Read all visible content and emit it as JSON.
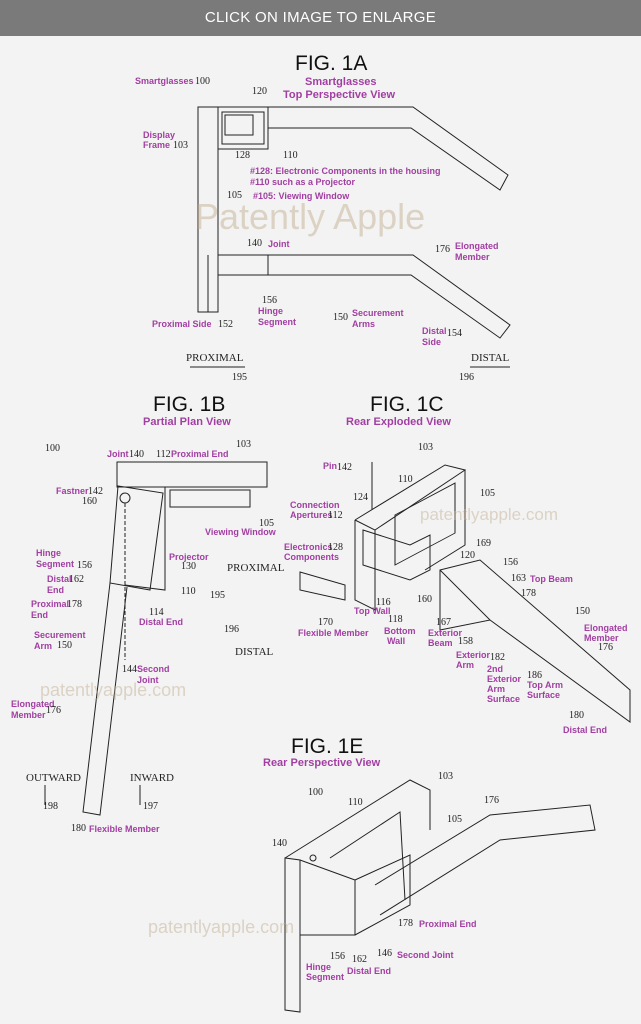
{
  "banner": "CLICK ON IMAGE TO ENLARGE",
  "fig1a": {
    "title": "FIG. 1A",
    "subtitle1": "Smartglasses",
    "subtitle2": "Top Perspective View",
    "labels": [
      "Smartglasses",
      "100",
      "120",
      "Display",
      "Frame",
      "103",
      "128",
      "110",
      "#128: Electronic Components in the housing",
      "#110 such as a Projector",
      "105",
      "#105: Viewing Window",
      "140",
      "Joint",
      "176",
      "Elongated",
      "Member",
      "156",
      "Hinge",
      "Segment",
      "150",
      "Securement",
      "Arms",
      "Proximal Side",
      "152",
      "Distal",
      "Side",
      "154",
      "PROXIMAL",
      "195",
      "DISTAL",
      "196"
    ],
    "watermark": "Patently Apple"
  },
  "fig1b": {
    "title": "FIG. 1B",
    "subtitle": "Partial Plan View",
    "labels": [
      "100",
      "Joint",
      "140",
      "112",
      "Proximal End",
      "103",
      "Fastner",
      "142",
      "160",
      "105",
      "Viewing Window",
      "Hinge",
      "Segment",
      "156",
      "Projector",
      "130",
      "Distal",
      "162",
      "End",
      "PROXIMAL",
      "195",
      "110",
      "Proximal",
      "178",
      "End",
      "114",
      "Distal End",
      "Securement",
      "Arm",
      "150",
      "196",
      "DISTAL",
      "144",
      "Second",
      "Joint",
      "Elongated",
      "Member",
      "176",
      "OUTWARD",
      "198",
      "INWARD",
      "197",
      "180",
      "Flexible Member"
    ],
    "watermark": "patentlyapple.com"
  },
  "fig1c": {
    "title": "FIG. 1C",
    "subtitle": "Rear Exploded View",
    "labels": [
      "103",
      "Pin",
      "142",
      "110",
      "105",
      "124",
      "Connection",
      "Apertures",
      "112",
      "Electronics",
      "Components",
      "128",
      "169",
      "120",
      "156",
      "163",
      "Top Beam",
      "178",
      "160",
      "116",
      "Top Wall",
      "170",
      "Flexible Member",
      "118",
      "Bottom",
      "Wall",
      "167",
      "Exterior",
      "Beam",
      "158",
      "Exterior",
      "Arm",
      "182",
      "2nd",
      "Exterior",
      "Arm",
      "Surface",
      "186",
      "Top Arm",
      "Surface",
      "150",
      "Elongated",
      "Member",
      "176",
      "180",
      "Distal End"
    ],
    "watermark": "patentlyapple.com"
  },
  "fig1e": {
    "title": "FIG. 1E",
    "subtitle": "Rear Perspective View",
    "labels": [
      "103",
      "100",
      "110",
      "105",
      "176",
      "140",
      "178",
      "Proximal End",
      "156",
      "Hinge",
      "Segment",
      "162",
      "Distal End",
      "146",
      "Second Joint"
    ],
    "watermark": "patentlyapple.com"
  },
  "colors": {
    "accent": "#a23ea2",
    "banner": "#7a7a7a"
  }
}
